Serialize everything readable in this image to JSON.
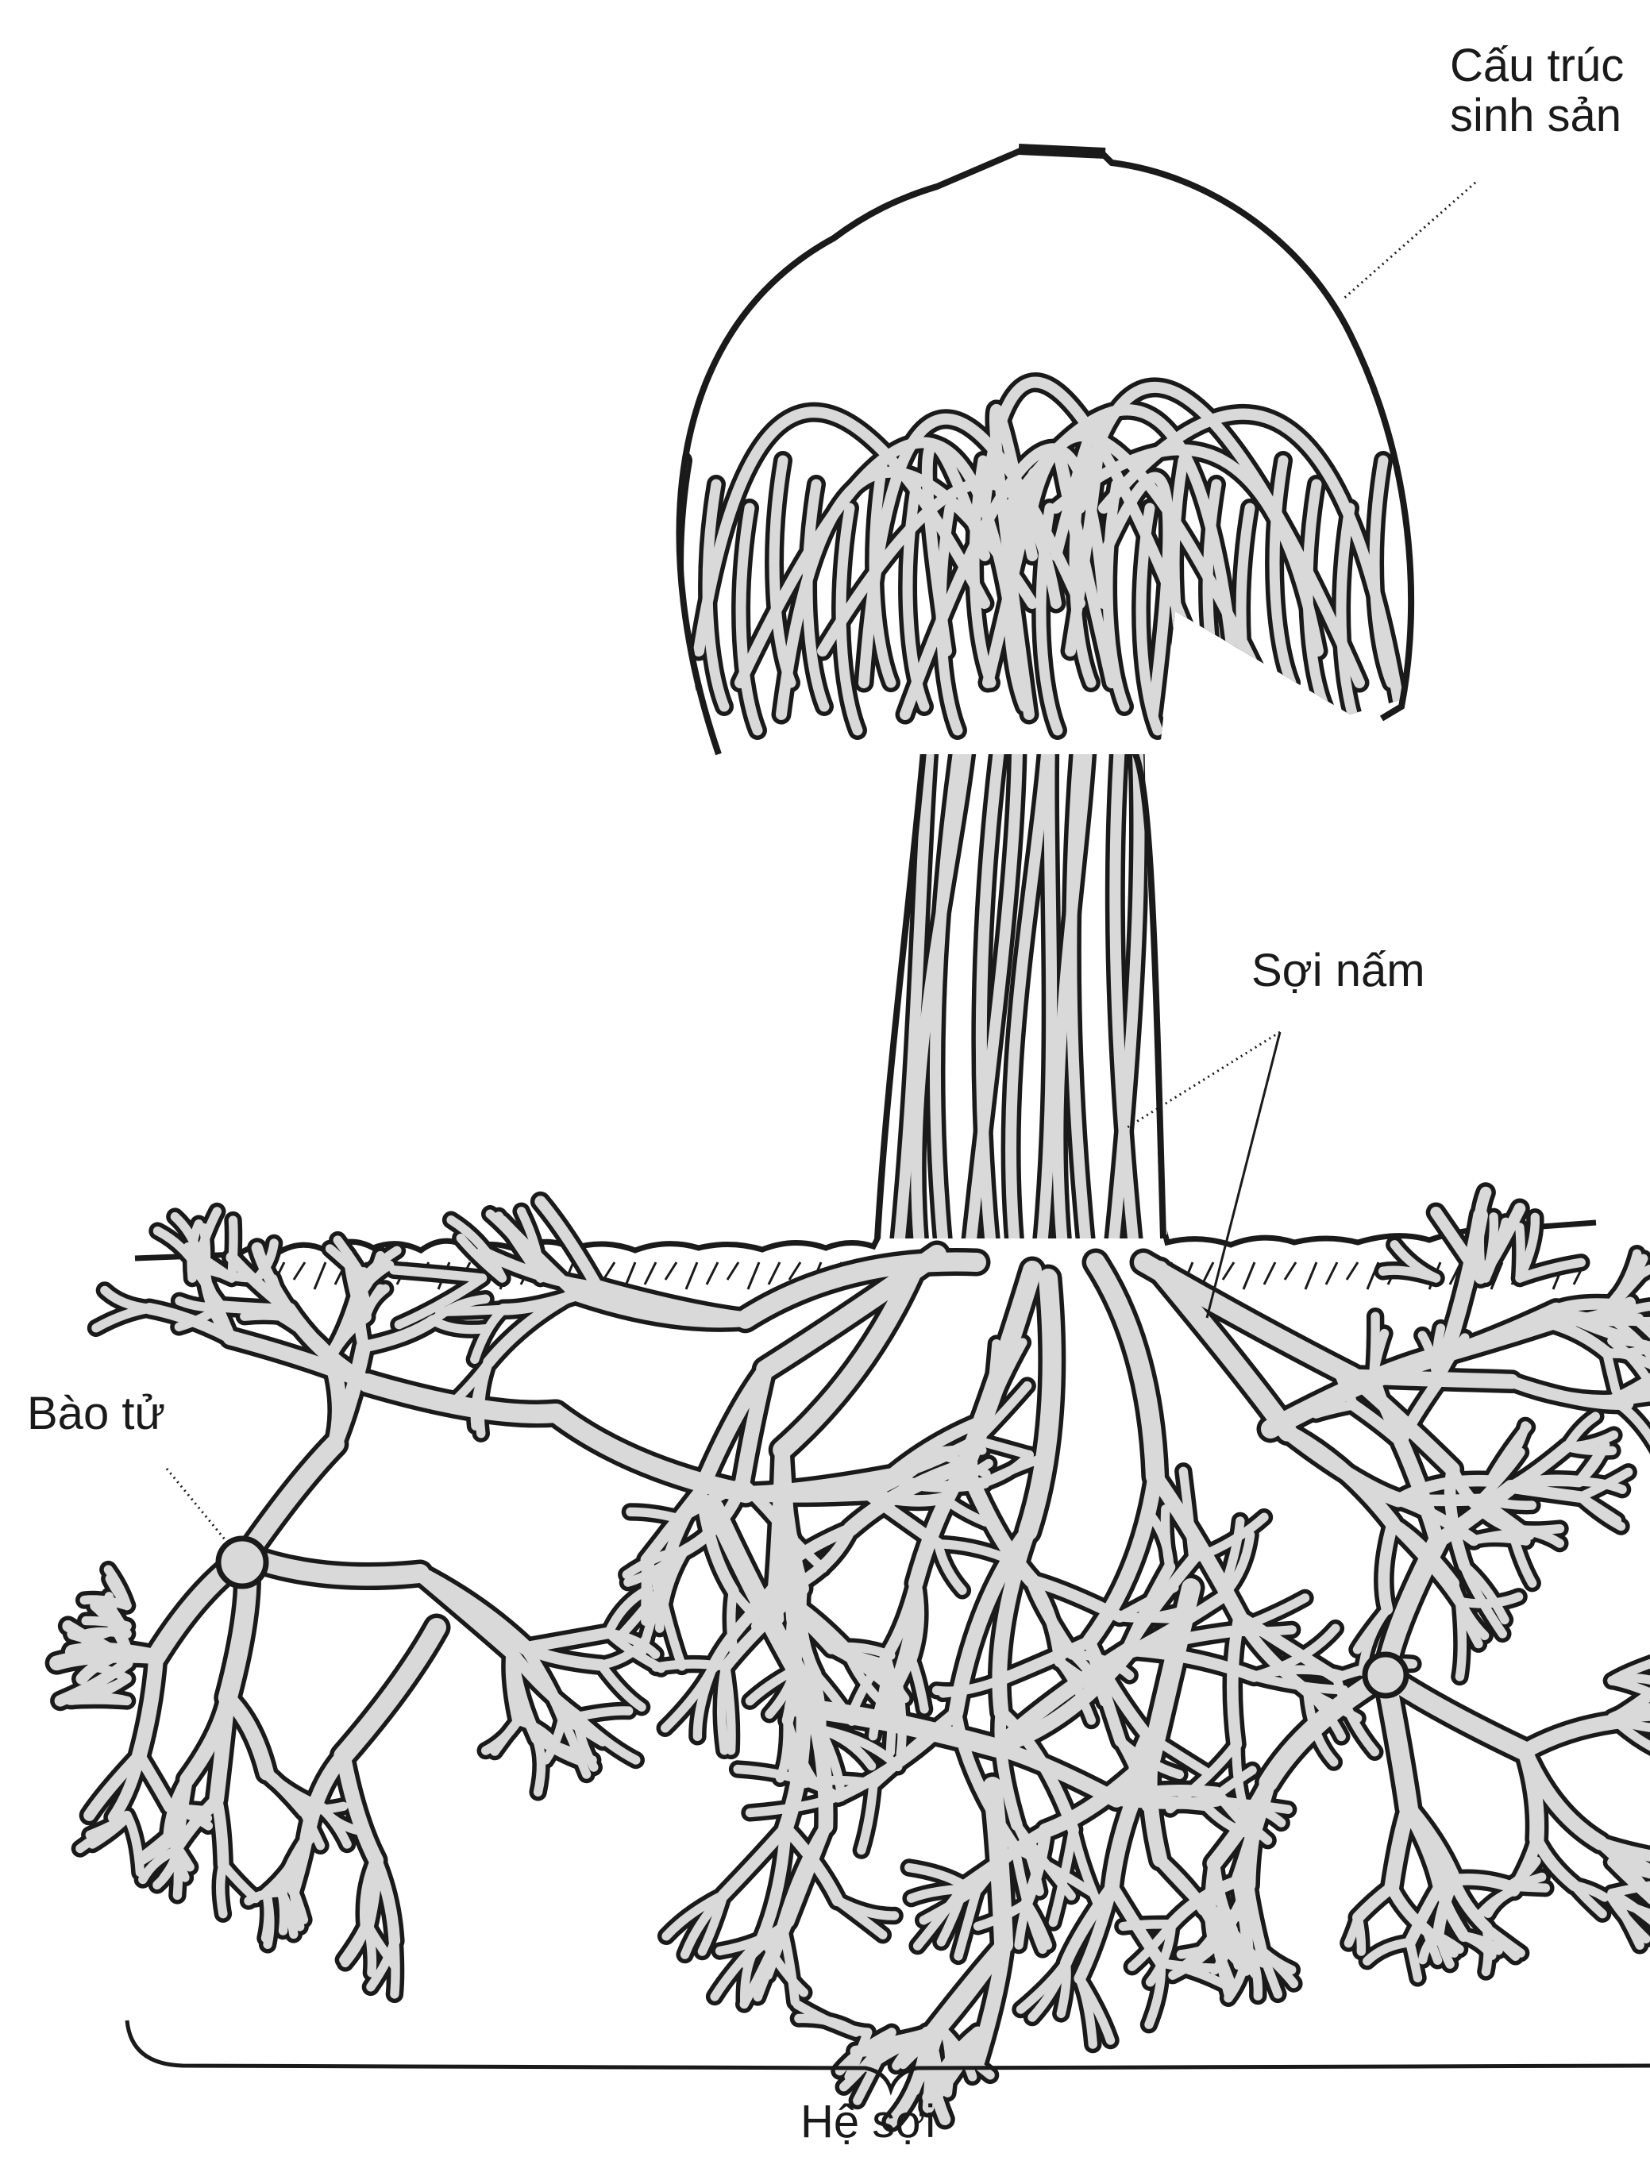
{
  "labels": {
    "reproductive_line1": "Cấu trúc",
    "reproductive_line2": "sinh sản",
    "hypha": "Sợi nấm",
    "spore": "Bào tử",
    "mycelium": "Hệ sợi"
  },
  "colors": {
    "ink": "#1a1a1a",
    "hypha_fill": "#d9d9d9",
    "background": "#ffffff"
  }
}
